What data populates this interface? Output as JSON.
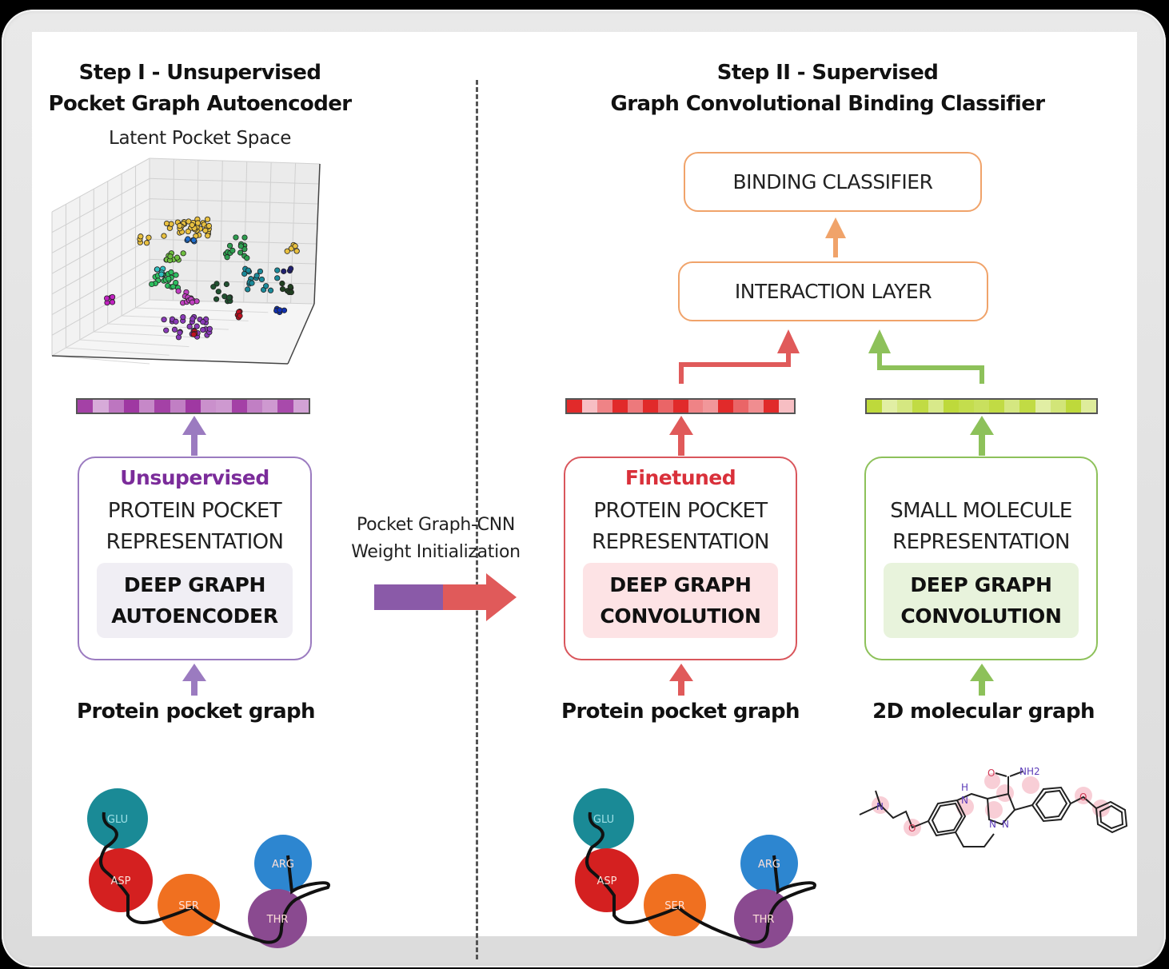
{
  "step1": {
    "title_line1": "Step I - Unsupervised",
    "title_line2": "Pocket Graph Autoencoder",
    "plot_title": "Latent Pocket Space",
    "box": {
      "tag": "Unsupervised",
      "rep_line1": "PROTEIN POCKET",
      "rep_line2": "REPRESENTATION",
      "core_line1": "DEEP GRAPH",
      "core_line2": "AUTOENCODER"
    },
    "input_label": "Protein pocket graph",
    "residues": [
      "GLU",
      "ASP",
      "SER",
      "ARG",
      "THR"
    ],
    "vector_shades": [
      0.9,
      0.3,
      0.6,
      0.95,
      0.5,
      0.9,
      0.55,
      0.95,
      0.45,
      0.4,
      0.9,
      0.55,
      0.4,
      0.85,
      0.35
    ]
  },
  "transfer": {
    "line1": "Pocket Graph-CNN",
    "line2": "Weight Initialization"
  },
  "step2": {
    "title_line1": "Step II - Supervised",
    "title_line2": "Graph Convolutional Binding Classifier",
    "binding_classifier": "BINDING CLASSIFIER",
    "interaction_layer": "INTERACTION LAYER",
    "protein_box": {
      "tag": "Finetuned",
      "rep_line1": "PROTEIN POCKET",
      "rep_line2": "REPRESENTATION",
      "core_line1": "DEEP GRAPH",
      "core_line2": "CONVOLUTION"
    },
    "molecule_box": {
      "rep_line1": "SMALL MOLECULE",
      "rep_line2": "REPRESENTATION",
      "core_line1": "DEEP GRAPH",
      "core_line2": "CONVOLUTION"
    },
    "protein_input_label": "Protein pocket graph",
    "molecule_input_label": "2D molecular graph",
    "residues": [
      "GLU",
      "ASP",
      "SER",
      "ARG",
      "THR"
    ],
    "molecule_atoms": {
      "N1": "N",
      "O1": "O",
      "NH": "H\nN",
      "O2": "O",
      "NH2": "NH2",
      "N2": "N",
      "N3": "N",
      "O3": "O"
    },
    "protein_vector_shades": [
      0.95,
      0.2,
      0.5,
      0.95,
      0.55,
      0.95,
      0.65,
      0.95,
      0.5,
      0.4,
      0.95,
      0.65,
      0.45,
      0.95,
      0.2
    ],
    "molecule_vector_shades": [
      0.9,
      0.3,
      0.5,
      0.85,
      0.45,
      0.9,
      0.8,
      0.7,
      0.85,
      0.5,
      0.85,
      0.3,
      0.55,
      0.9,
      0.35
    ]
  },
  "colors": {
    "purple": "#8e44ad",
    "purple_arrow": "#9b7bc0",
    "red": "#d9303a",
    "red_arrow": "#e05a5a",
    "green": "#8dc15a",
    "orange": "#f0a36a",
    "core_purple_bg": "#f0eef4",
    "core_red_bg": "#fde3e5",
    "core_green_bg": "#e8f3dc"
  }
}
